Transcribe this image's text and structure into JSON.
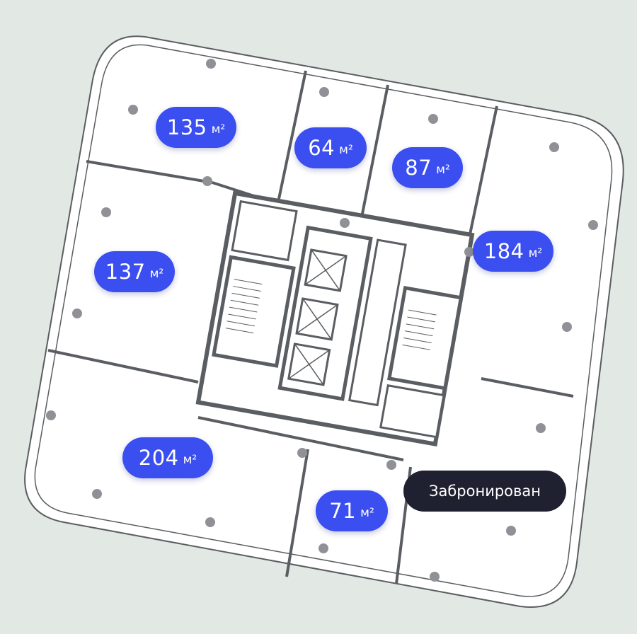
{
  "colors": {
    "background": "#e2e8e4",
    "floor": "#ffffff",
    "walls": "#5a5d61",
    "badge": "#3b4ef0",
    "badge_text": "#ffffff",
    "status_bg": "#1f2130",
    "column": "#8f9196"
  },
  "units": [
    {
      "area": "135",
      "unit": "м²"
    },
    {
      "area": "64",
      "unit": "м²"
    },
    {
      "area": "87",
      "unit": "м²"
    },
    {
      "area": "184",
      "unit": "м²"
    },
    {
      "area": "137",
      "unit": "м²"
    },
    {
      "area": "204",
      "unit": "м²"
    },
    {
      "area": "71",
      "unit": "м²"
    }
  ],
  "status_tag": {
    "label": "Забронирован"
  }
}
